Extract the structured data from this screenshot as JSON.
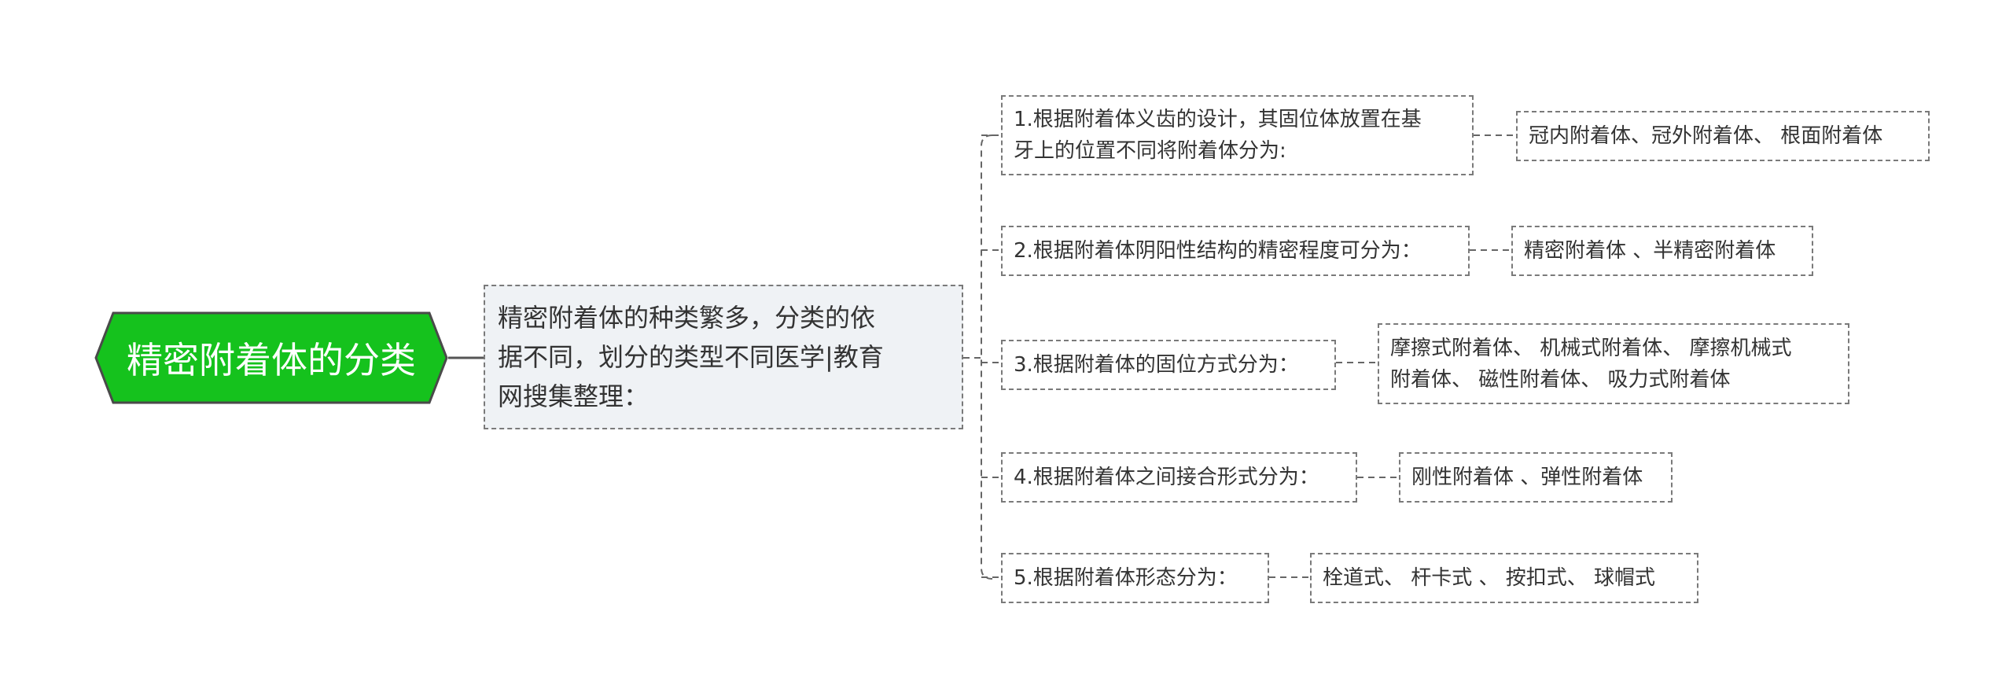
{
  "mindmap": {
    "root": "精密附着体的分类",
    "intro": [
      "精密附着体的种类繁多，分类的依",
      "据不同，划分的类型不同医学|教育",
      "网搜集整理："
    ],
    "branches": [
      {
        "category": [
          "1.根据附着体义齿的设计，其固位体放置在基",
          "牙上的位置不同将附着体分为:"
        ],
        "result": [
          "冠内附着体、冠外附着体、 根面附着体"
        ]
      },
      {
        "category": [
          "2.根据附着体阴阳性结构的精密程度可分为："
        ],
        "result": [
          "精密附着体 、半精密附着体"
        ]
      },
      {
        "category": [
          "3.根据附着体的固位方式分为："
        ],
        "result": [
          "摩擦式附着体、 机械式附着体、 摩擦机械式",
          "附着体、 磁性附着体、 吸力式附着体"
        ]
      },
      {
        "category": [
          "4.根据附着体之间接合形式分为："
        ],
        "result": [
          "刚性附着体 、弹性附着体"
        ]
      },
      {
        "category": [
          "5.根据附着体形态分为："
        ],
        "result": [
          "栓道式、 杆卡式 、 按扣式、 球帽式"
        ]
      }
    ]
  },
  "colors": {
    "root_fill": "#15c21d",
    "root_border": "#4a4a4a",
    "connector": "#666666",
    "node_border": "#7a7a7a",
    "intro_fill": "#eff2f5"
  }
}
